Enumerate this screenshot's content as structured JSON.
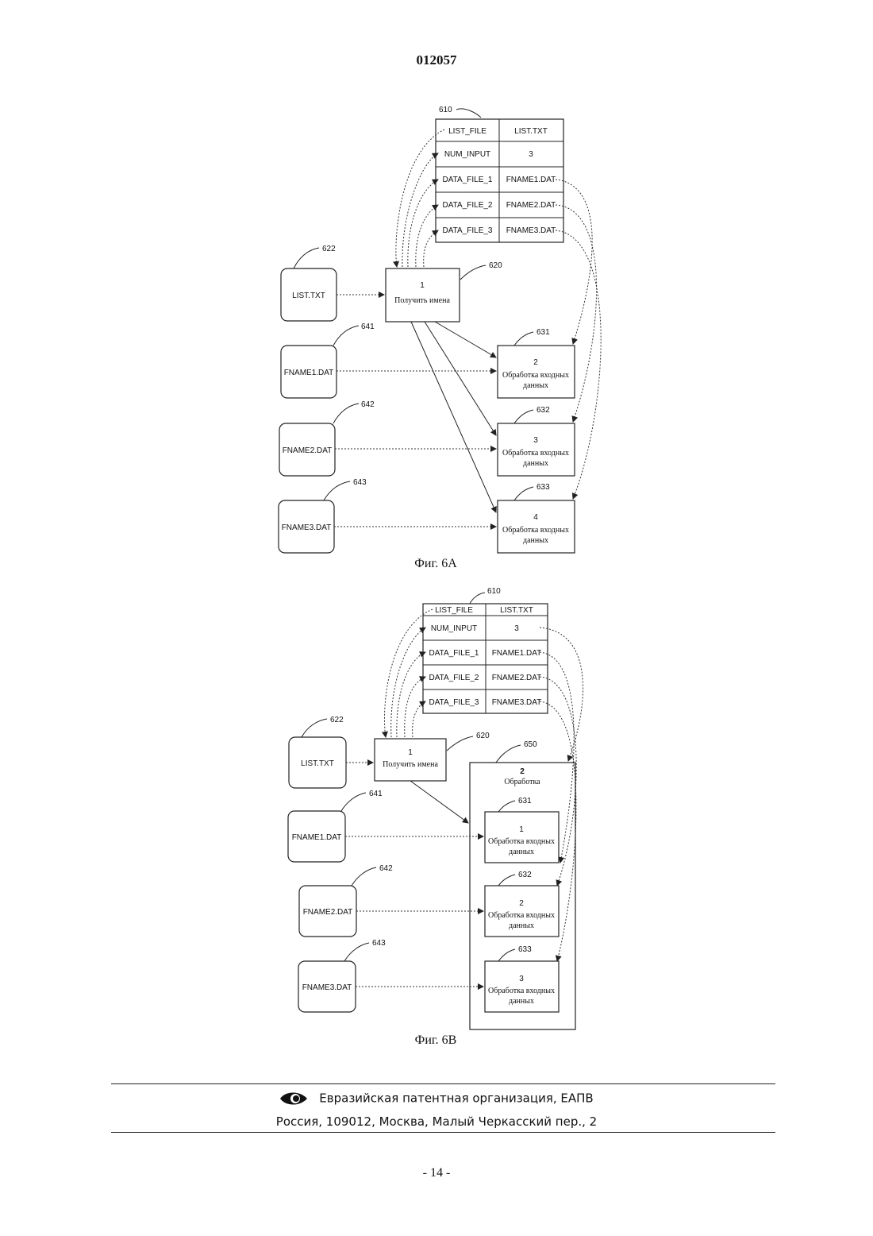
{
  "header": {
    "doc_number": "012057"
  },
  "fig6a": {
    "caption": "Фиг. 6А",
    "table_ref": "610",
    "table": [
      {
        "name": "LIST_FILE",
        "value": "LIST.TXT"
      },
      {
        "name": "NUM_INPUT",
        "value": "3"
      },
      {
        "name": "DATA_FILE_1",
        "value": "FNAME1.DAT"
      },
      {
        "name": "DATA_FILE_2",
        "value": "FNAME2.DAT"
      },
      {
        "name": "DATA_FILE_3",
        "value": "FNAME3.DAT"
      }
    ],
    "get_names": {
      "ref": "620",
      "num": "1",
      "label": "Получить имена"
    },
    "inputs": [
      {
        "ref": "622",
        "label": "LIST.TXT"
      },
      {
        "ref": "641",
        "label": "FNAME1.DAT"
      },
      {
        "ref": "642",
        "label": "FNAME2.DAT"
      },
      {
        "ref": "643",
        "label": "FNAME3.DAT"
      }
    ],
    "process_boxes": [
      {
        "ref": "631",
        "num": "2",
        "line1": "Обработка входных",
        "line2": "данных"
      },
      {
        "ref": "632",
        "num": "3",
        "line1": "Обработка входных",
        "line2": "данных"
      },
      {
        "ref": "633",
        "num": "4",
        "line1": "Обработка входных",
        "line2": "данных"
      }
    ]
  },
  "fig6b": {
    "caption": "Фиг. 6В",
    "table_ref": "610",
    "table": [
      {
        "name": "LIST_FILE",
        "value": "LIST.TXT"
      },
      {
        "name": "NUM_INPUT",
        "value": "3"
      },
      {
        "name": "DATA_FILE_1",
        "value": "FNAME1.DAT"
      },
      {
        "name": "DATA_FILE_2",
        "value": "FNAME2.DAT"
      },
      {
        "name": "DATA_FILE_3",
        "value": "FNAME3.DAT"
      }
    ],
    "get_names": {
      "ref": "620",
      "num": "1",
      "label": "Получить имена"
    },
    "inputs": [
      {
        "ref": "622",
        "label": "LIST.TXT"
      },
      {
        "ref": "641",
        "label": "FNAME1.DAT"
      },
      {
        "ref": "642",
        "label": "FNAME2.DAT"
      },
      {
        "ref": "643",
        "label": "FNAME3.DAT"
      }
    ],
    "group": {
      "ref": "650",
      "num": "2",
      "label": "Обработка"
    },
    "process_boxes": [
      {
        "ref": "631",
        "num": "1",
        "line1": "Обработка входных",
        "line2": "данных"
      },
      {
        "ref": "632",
        "num": "2",
        "line1": "Обработка входных",
        "line2": "данных"
      },
      {
        "ref": "633",
        "num": "3",
        "line1": "Обработка входных",
        "line2": "данных"
      }
    ]
  },
  "footer": {
    "org": "Евразийская патентная организация, ЕАПВ",
    "address": "Россия, 109012, Москва, Малый Черкасский пер., 2",
    "logo_icon": "eapo-logo-icon"
  },
  "page_number": "- 14 -"
}
